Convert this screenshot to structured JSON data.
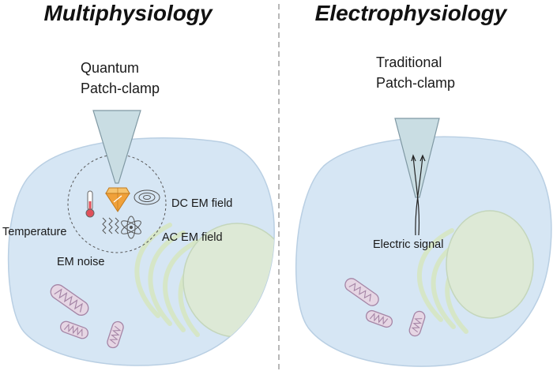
{
  "panels": {
    "left": {
      "heading": "Multiphysiology",
      "probe_line1": "Quantum",
      "probe_line2": "Patch-clamp",
      "labels": {
        "dc_field": "DC EM field",
        "ac_field": "AC EM field",
        "temperature": "Temperature",
        "noise": "EM noise"
      }
    },
    "right": {
      "heading": "Electrophysiology",
      "probe_line1": "Traditional",
      "probe_line2": "Patch-clamp",
      "labels": {
        "signal": "Electric signal"
      }
    }
  },
  "colors": {
    "cell_fill": "#d6e6f4",
    "cell_stroke": "#b9cfe3",
    "nucleus_fill": "#dde9d6",
    "nucleus_stroke": "#c4d6bb",
    "mito_fill": "#e6d6e4",
    "mito_stroke": "#a585a6",
    "pipette_fill": "#c9dde3",
    "pipette_stroke": "#7f98a3",
    "diamond": "#f0a13a",
    "thermometer_bulb": "#e0505a",
    "divider": "#888888"
  },
  "icons": [
    "thermometer-icon",
    "diamond-icon",
    "dc-field-icon",
    "ac-field-atom-icon",
    "noise-wave-icon"
  ]
}
